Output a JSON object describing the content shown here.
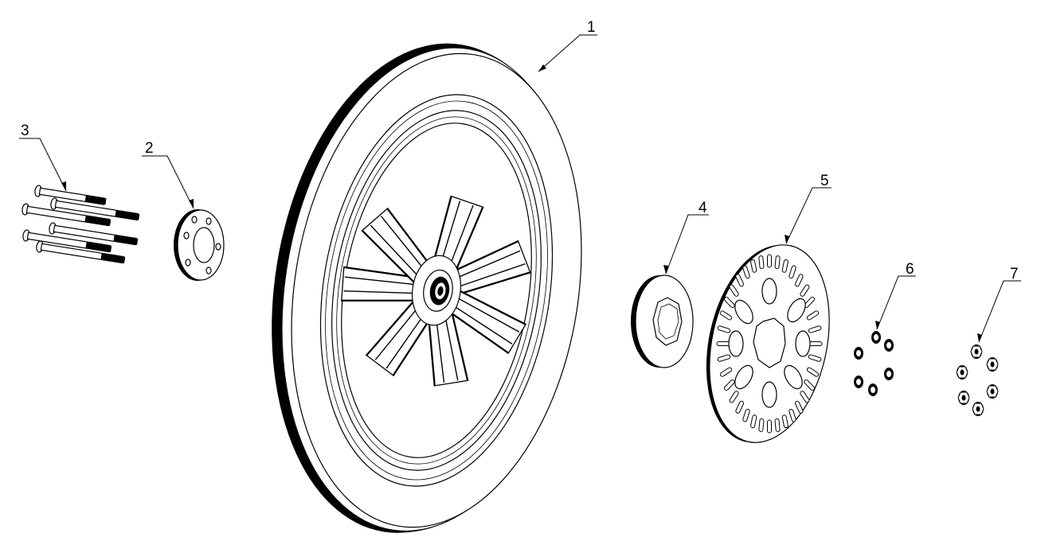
{
  "labels": {
    "part1": "1",
    "part2": "2",
    "part3": "3",
    "part4": "4",
    "part5": "5",
    "part6": "6",
    "part7": "7"
  },
  "colors": {
    "line": "#000000",
    "background": "#ffffff"
  }
}
